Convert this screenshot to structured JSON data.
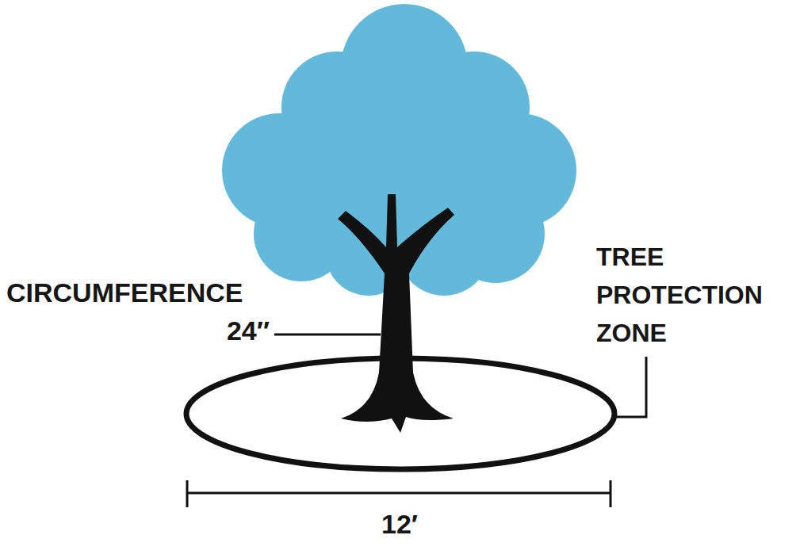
{
  "diagram": {
    "labels": [
      "CIRCUMFERENCE",
      "24″",
      "TREE PROTECTION ZONE",
      "12′"
    ]
  }
}
